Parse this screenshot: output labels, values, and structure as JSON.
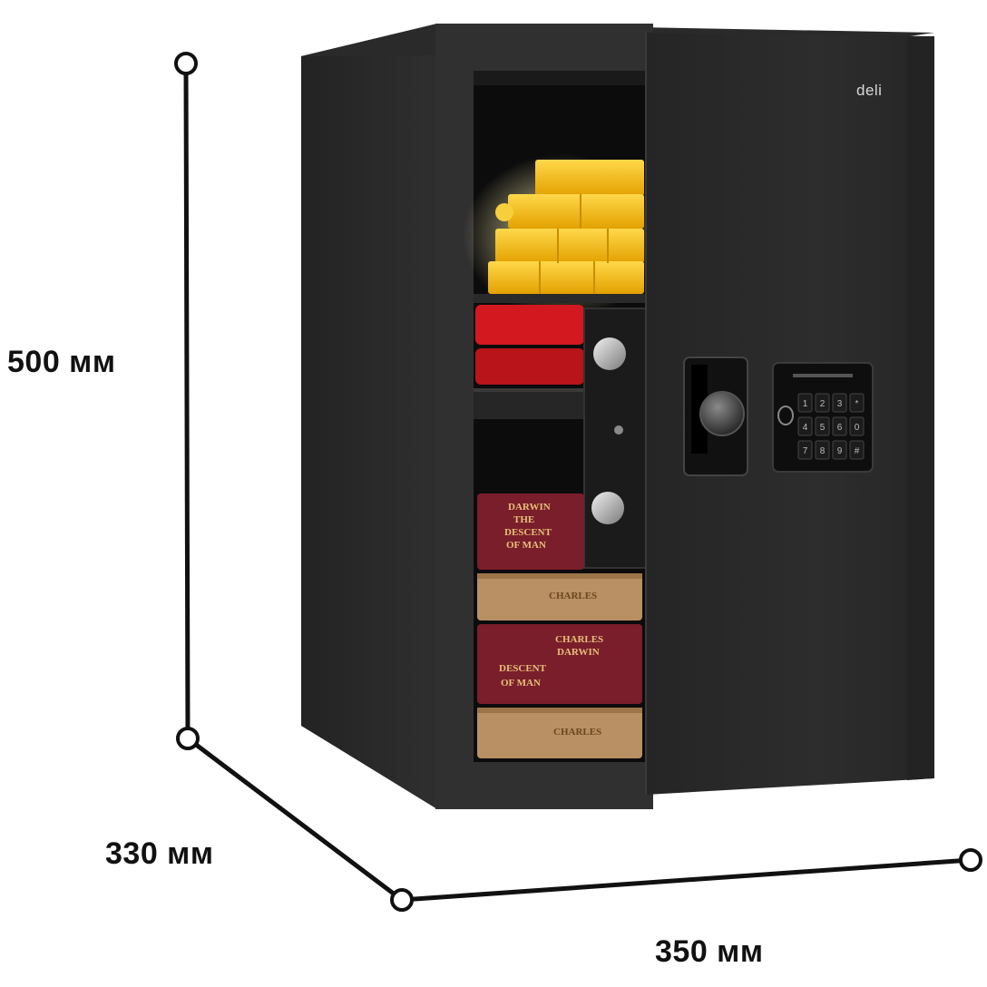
{
  "dimensions": {
    "height_label": "500 мм",
    "depth_label": "330 мм",
    "width_label": "350 мм"
  },
  "safe": {
    "brand": "deli",
    "body_color": "#2b2b2b",
    "door_color": "#2a2a2a",
    "keypad_keys": [
      "1",
      "2",
      "3",
      "*",
      "4",
      "5",
      "6",
      "0",
      "7",
      "8",
      "9",
      "#"
    ]
  },
  "books": {
    "spine_top": [
      "DARWIN",
      "THE",
      "DESCENT",
      "OF MAN"
    ],
    "spine_charles": [
      "CHARLES",
      "DARWIN"
    ]
  },
  "colors": {
    "gold": "#f2b705",
    "red": "#c8151b",
    "maroon": "#7a1e2b",
    "tan": "#b89063"
  }
}
